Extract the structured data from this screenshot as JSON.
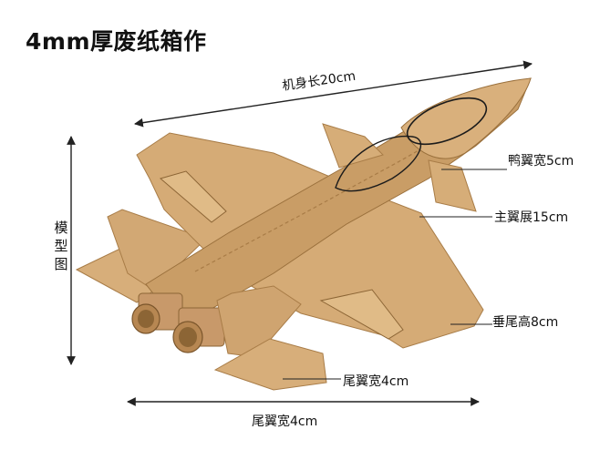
{
  "title": "4mm厚废纸箱作",
  "labels": {
    "length": "机身长20cm",
    "canard": "鸭翼宽5cm",
    "wingspan": "主翼展15cm",
    "vtail": "垂尾高8cm",
    "tail_wing": "尾翼宽4cm",
    "bottom_width": "尾翼宽4cm",
    "side": "模型图"
  },
  "colors": {
    "cardboard": "#d2a874",
    "cardboard_dark": "#b88a52",
    "cardboard_light": "#e2bd8a",
    "line": "#222222"
  },
  "icons": [
    "model-jet-illustration"
  ]
}
